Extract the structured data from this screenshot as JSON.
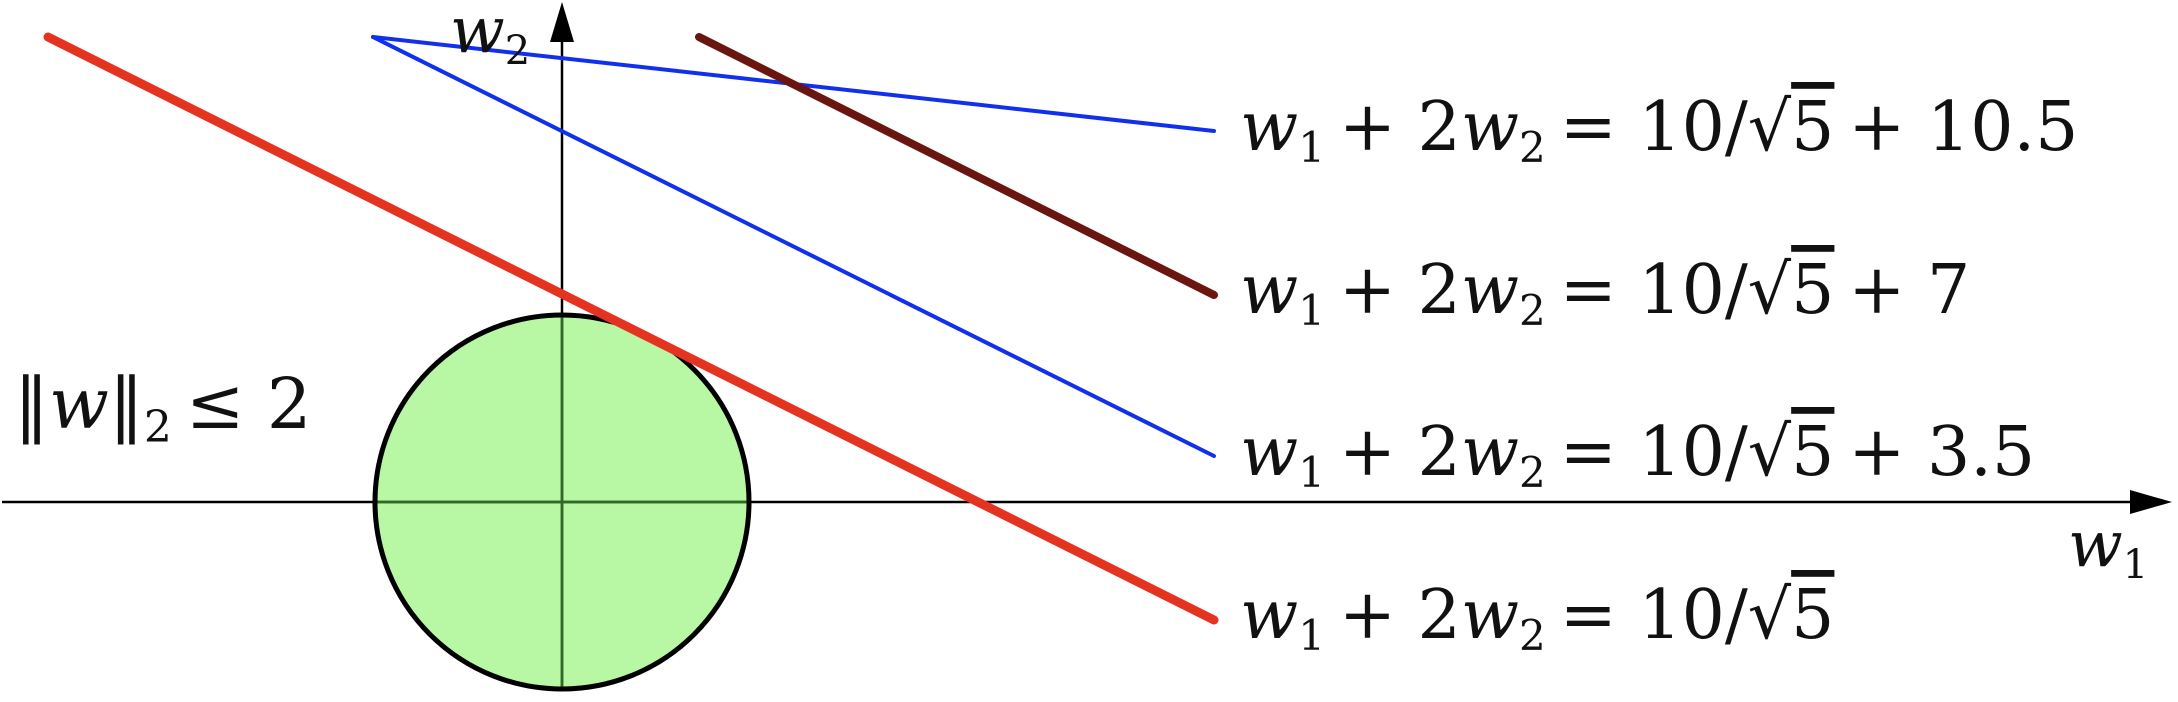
{
  "axes": {
    "x_label": {
      "main": "w",
      "sub": "1"
    },
    "y_label": {
      "main": "w",
      "sub": "2"
    }
  },
  "constraint": {
    "label": {
      "norm_left": "‖",
      "var": "w",
      "norm_right": "‖",
      "sub": "2",
      "rel": "≤ 2"
    },
    "fill_color": "#b8f8a4",
    "stroke_color": "#000000"
  },
  "lines": [
    {
      "id": "line-4",
      "color": "#1030ee",
      "lhs": {
        "w1": "w",
        "w1_sub": "1",
        "plus": "+ 2",
        "w2": "w",
        "w2_sub": "2"
      },
      "rhs": {
        "eq": "= 10/",
        "root": "√",
        "radicand": "5",
        "tail": "+ 10.5"
      }
    },
    {
      "id": "line-3",
      "color": "#6a1510",
      "lhs": {
        "w1": "w",
        "w1_sub": "1",
        "plus": "+ 2",
        "w2": "w",
        "w2_sub": "2"
      },
      "rhs": {
        "eq": "= 10/",
        "root": "√",
        "radicand": "5",
        "tail": "+ 7"
      }
    },
    {
      "id": "line-2",
      "color": "#1030ee",
      "lhs": {
        "w1": "w",
        "w1_sub": "1",
        "plus": "+ 2",
        "w2": "w",
        "w2_sub": "2"
      },
      "rhs": {
        "eq": "= 10/",
        "root": "√",
        "radicand": "5",
        "tail": "+ 3.5"
      }
    },
    {
      "id": "line-1",
      "color": "#e53322",
      "lhs": {
        "w1": "w",
        "w1_sub": "1",
        "plus": "+ 2",
        "w2": "w",
        "w2_sub": "2"
      },
      "rhs": {
        "eq": "= 10/",
        "root": "√",
        "radicand": "5",
        "tail": ""
      }
    }
  ]
}
